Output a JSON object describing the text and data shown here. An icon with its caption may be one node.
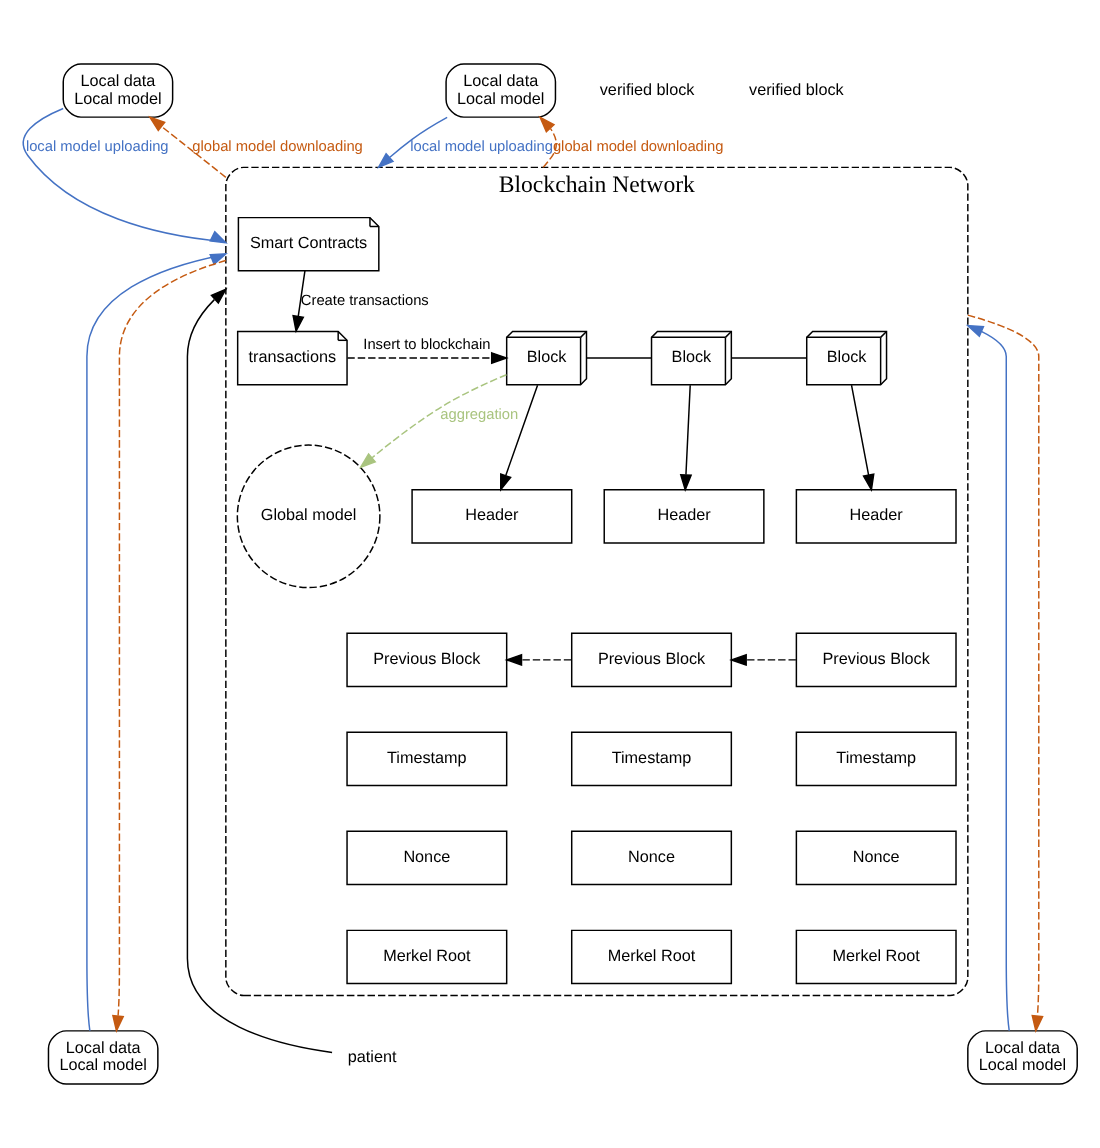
{
  "diagram": {
    "nodes": [
      {
        "text": [
          "Local data",
          "Local model"
        ]
      },
      {
        "text": [
          "Local data",
          "Local model"
        ]
      },
      {
        "text": [
          "Blockchain Network"
        ]
      },
      {
        "text": [
          "Smart Contracts"
        ],
        "in": 2
      },
      {
        "text": [
          "transactions"
        ],
        "in": 2
      },
      {
        "text": [
          "Global model"
        ],
        "in": 2
      },
      {
        "text": [
          "Block"
        ],
        "in": 2
      },
      {
        "text": [
          "Block"
        ],
        "in": 2
      },
      {
        "text": [
          "Block"
        ],
        "in": 2
      },
      {
        "text": [
          "Header"
        ],
        "in": 2
      },
      {
        "text": [
          "Previous Block"
        ],
        "in": 2
      },
      {
        "text": [
          "Timestamp"
        ],
        "in": 2
      },
      {
        "text": [
          "Nonce"
        ],
        "in": 2
      },
      {
        "text": [
          "Merkel Root"
        ],
        "in": 2
      },
      {
        "text": [
          "Header"
        ],
        "in": 2
      },
      {
        "text": [
          "Previous Block"
        ],
        "in": 2
      },
      {
        "text": [
          "Timestamp"
        ],
        "in": 2
      },
      {
        "text": [
          "Nonce"
        ],
        "in": 2
      },
      {
        "text": [
          "Merkel Root"
        ],
        "in": 2
      },
      {
        "text": [
          "Header"
        ],
        "in": 2
      },
      {
        "text": [
          "Previous Block"
        ],
        "in": 2
      },
      {
        "text": [
          "Timestamp"
        ],
        "in": 2
      },
      {
        "text": [
          "Nonce"
        ],
        "in": 2
      },
      {
        "text": [
          "Merkel Root"
        ],
        "in": 2
      },
      {
        "text": [
          "Local data",
          "Local model"
        ]
      },
      {
        "text": [
          "Local data",
          "Local model"
        ]
      },
      {
        "text": [
          "patient"
        ]
      }
    ],
    "edges": [
      {
        "from": 0,
        "to": 2,
        "arrow": "to",
        "label": "local model uploading",
        "color": "#4472c4"
      },
      {
        "from": 2,
        "to": 0,
        "arrow": "to",
        "label": "global model downloading",
        "style": "dashed",
        "color": "#c55a11"
      },
      {
        "from": 1,
        "to": 2,
        "arrow": "to",
        "label": "local model uploading",
        "color": "#4472c4"
      },
      {
        "from": 2,
        "to": 1,
        "arrow": "to",
        "label": "global model downloading",
        "style": "dashed",
        "color": "#c55a11"
      },
      {
        "from": 3,
        "to": 4,
        "arrow": "to",
        "label": "Create transactions"
      },
      {
        "from": 4,
        "to": 6,
        "arrow": "to",
        "label": "Insert to blockchain",
        "style": "dashed"
      },
      {
        "from": 6,
        "to": 5,
        "arrow": "to",
        "label": "aggregation",
        "style": "dashed",
        "color": "#a9c47f"
      },
      {
        "from": 6,
        "to": 7,
        "arrow": "none"
      },
      {
        "from": 7,
        "to": 8,
        "arrow": "none"
      },
      {
        "from": 6,
        "to": 9,
        "arrow": "to"
      },
      {
        "from": 7,
        "to": 14,
        "arrow": "to"
      },
      {
        "from": 8,
        "to": 19,
        "arrow": "to"
      },
      {
        "from": 15,
        "to": 10,
        "arrow": "to",
        "style": "dashed"
      },
      {
        "from": 20,
        "to": 15,
        "arrow": "to",
        "style": "dashed"
      },
      {
        "from": 24,
        "to": 2,
        "arrow": "to",
        "color": "#4472c4"
      },
      {
        "from": 2,
        "to": 24,
        "arrow": "to",
        "style": "dashed",
        "color": "#c55a11"
      },
      {
        "from": 25,
        "to": 2,
        "arrow": "to",
        "color": "#4472c4"
      },
      {
        "from": 2,
        "to": 25,
        "arrow": "to",
        "style": "dashed",
        "color": "#c55a11"
      },
      {
        "from": 26,
        "to": 2,
        "arrow": "to"
      }
    ],
    "labels": [
      "verified block",
      "verified block"
    ]
  }
}
